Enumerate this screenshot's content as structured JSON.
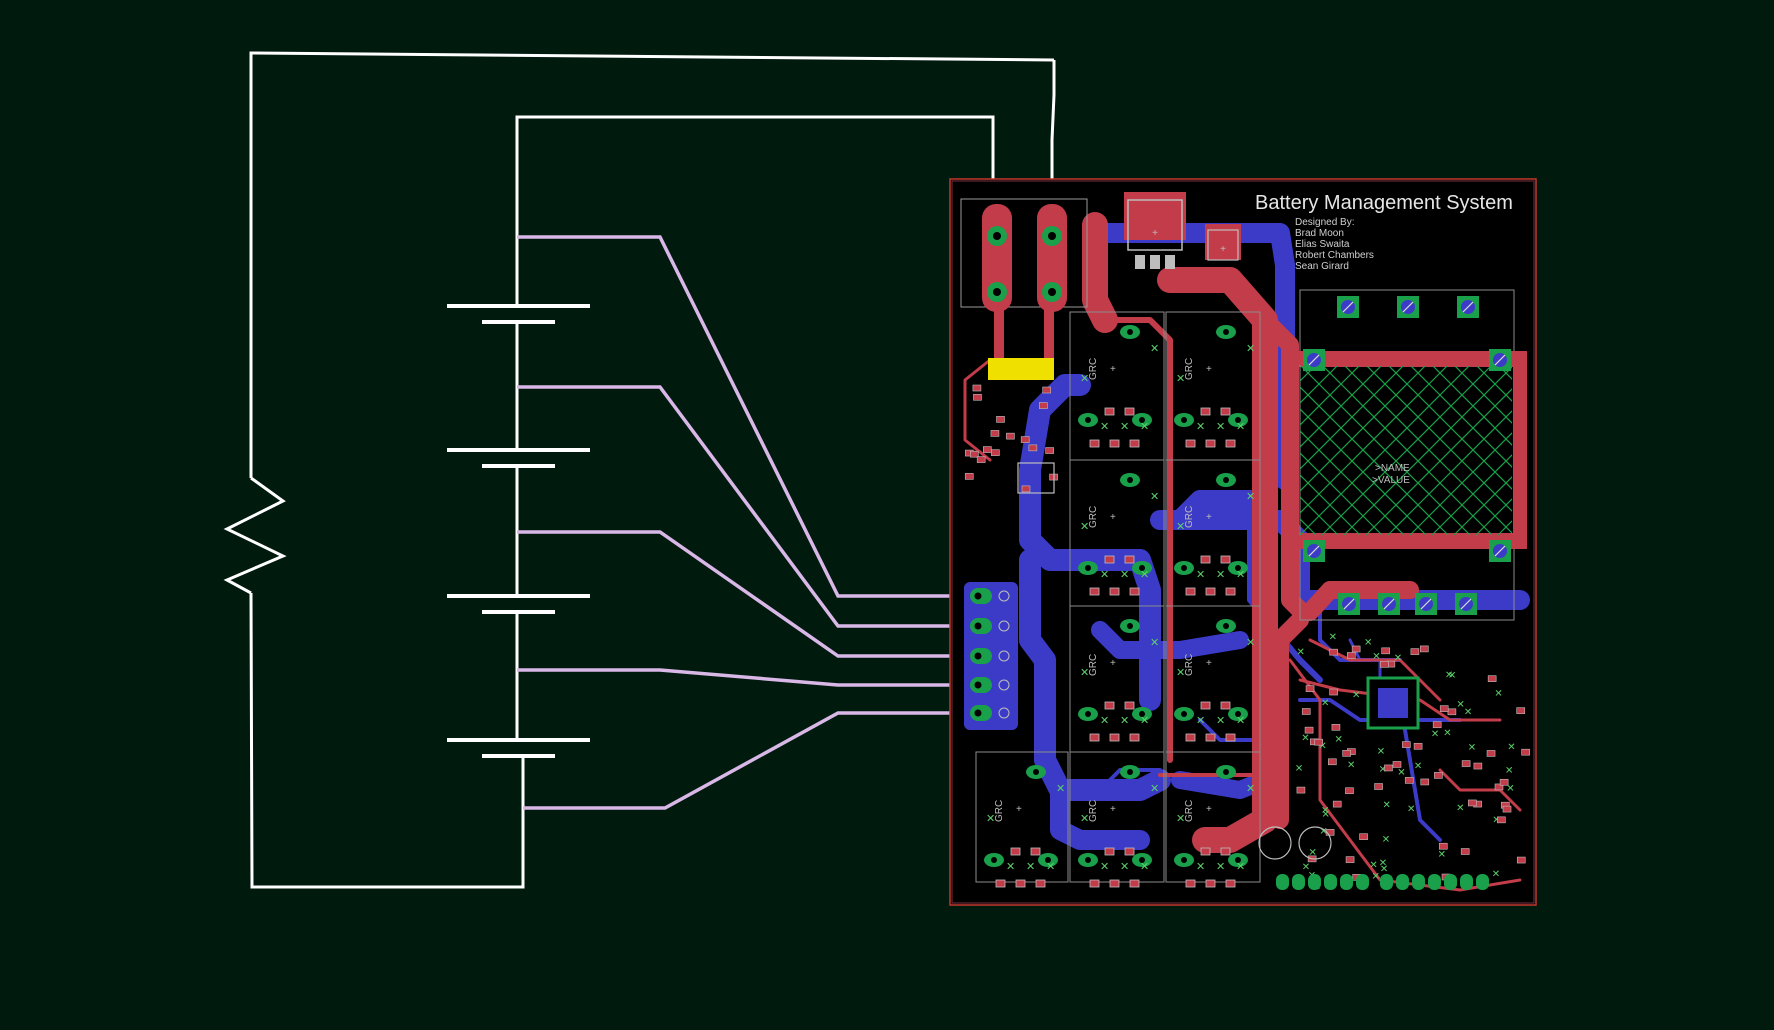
{
  "pcb": {
    "title": "Battery Management System",
    "credits": [
      "Designed By:",
      "Brad Moon",
      "Elias Swaita",
      "Robert Chambers",
      "Sean Girard"
    ],
    "part_labels": [
      ">NAME",
      ">VALUE"
    ],
    "cell_module_label": "GRC"
  },
  "colors": {
    "background": "#001a0e",
    "circuit_wire": "#ffffff",
    "sense_wire": "#d9b8e8",
    "top_copper": "#c33c4a",
    "bottom_copper": "#3b3bc8",
    "pad": "#1aa04a",
    "via": "#5ad06a",
    "silkscreen": "#bdbdbd",
    "board_outline": "#c0392b"
  },
  "icons": {
    "resistor": "resistor-zigzag-icon",
    "battery_cell": "battery-cell-icon"
  }
}
